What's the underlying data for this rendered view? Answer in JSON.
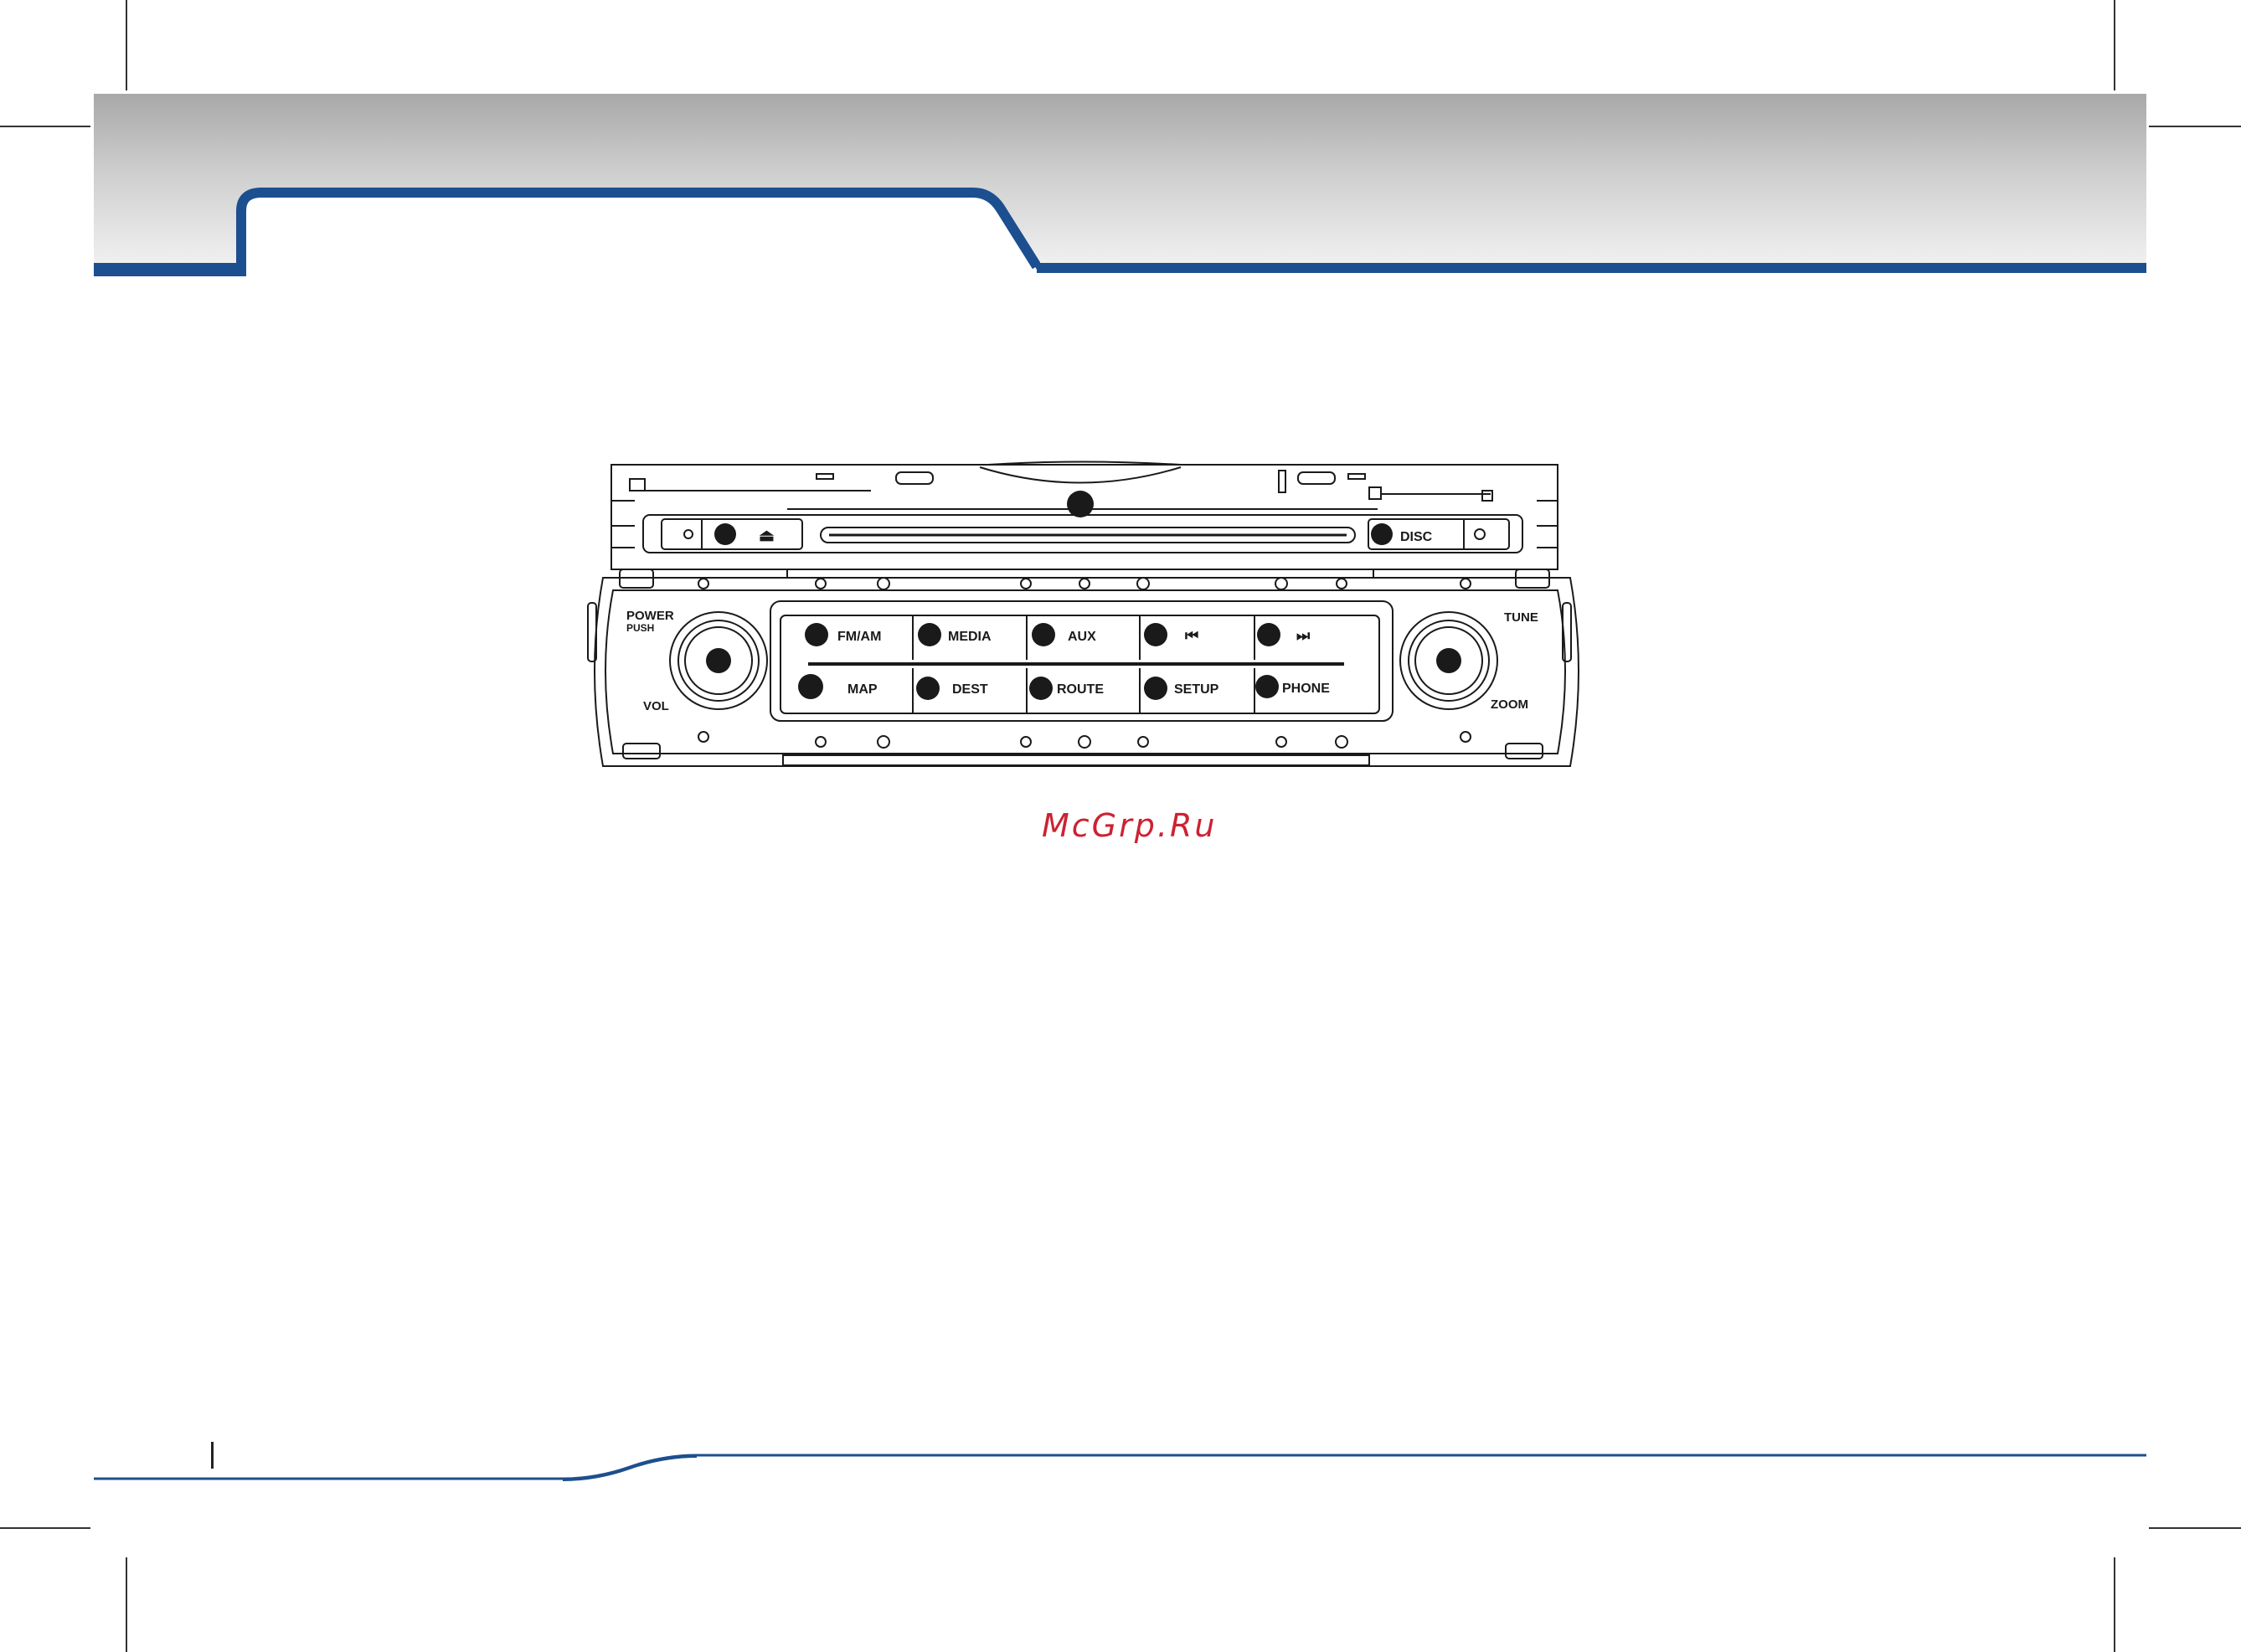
{
  "panel": {
    "eject_label": "⏏",
    "disc_label": "DISC",
    "power_label": "POWER",
    "push_label": "PUSH",
    "vol_label": "VOL",
    "tune_label": "TUNE",
    "zoom_label": "ZOOM",
    "top_row": [
      {
        "label": "FM/AM"
      },
      {
        "label": "MEDIA"
      },
      {
        "label": "AUX"
      },
      {
        "label": "⏮"
      },
      {
        "label": "⏭"
      }
    ],
    "bottom_row": [
      {
        "label": "MAP"
      },
      {
        "label": "DEST"
      },
      {
        "label": "ROUTE"
      },
      {
        "label": "SETUP"
      },
      {
        "label": "PHONE"
      }
    ]
  },
  "watermark": "McGrp.Ru",
  "colors": {
    "accent": "#1c4f8f",
    "watermark": "#cc2233"
  }
}
